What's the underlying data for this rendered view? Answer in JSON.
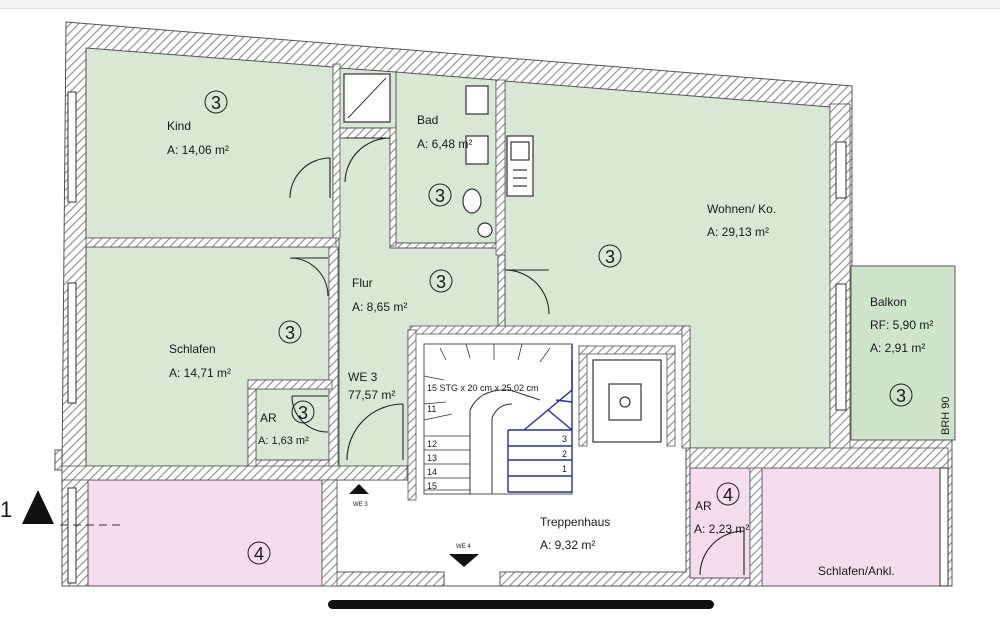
{
  "plan": {
    "section_marker": "1",
    "rooms": {
      "kind": {
        "name": "Kind",
        "area": "A: 14,06 m²",
        "unit": "3"
      },
      "bad": {
        "name": "Bad",
        "area": "A: 6,48 m²",
        "unit": "3"
      },
      "wohnen": {
        "name": "Wohnen/ Ko.",
        "area": "A:   29,13 m²",
        "unit": "3"
      },
      "flur": {
        "name": "Flur",
        "area": "A: 8,65 m²",
        "unit": "3"
      },
      "schlafen": {
        "name": "Schlafen",
        "area": "A: 14,71 m²",
        "unit": "3"
      },
      "ar_we3": {
        "name": "AR",
        "area": "A: 1,63 m²",
        "unit": "3"
      },
      "balkon": {
        "name": "Balkon",
        "rf": "RF: 5,90 m²",
        "area": "A:   2,91 m²",
        "unit": "3",
        "note": "BRH 90"
      },
      "treppenhaus": {
        "name": "Treppenhaus",
        "area": "A:     9,32 m²"
      },
      "ar_we4": {
        "name": "AR",
        "area": "A: 2,23 m²",
        "unit": "4"
      },
      "schlafen_ankl": {
        "name": "Schlafen/Ankl."
      },
      "we4_room": {
        "unit": "4"
      }
    },
    "apartment_we3": {
      "name": "WE 3",
      "area": "77,57 m²"
    },
    "stair": {
      "spec": "15 STG x 20 cm x 25,02 cm",
      "steps_left": [
        "11",
        "12",
        "13",
        "14",
        "15"
      ],
      "steps_right": [
        "3",
        "2",
        "1"
      ]
    },
    "entrance_we3": "WE 3",
    "entrance_we4": "WE 4"
  },
  "colors": {
    "we3_fill": "#d8e8d5",
    "we4_fill": "#f5dcef",
    "balkon_fill": "#cfe5c9",
    "wall_hatch": "#8a8a8a",
    "stair_blue": "#2a2aa8"
  }
}
